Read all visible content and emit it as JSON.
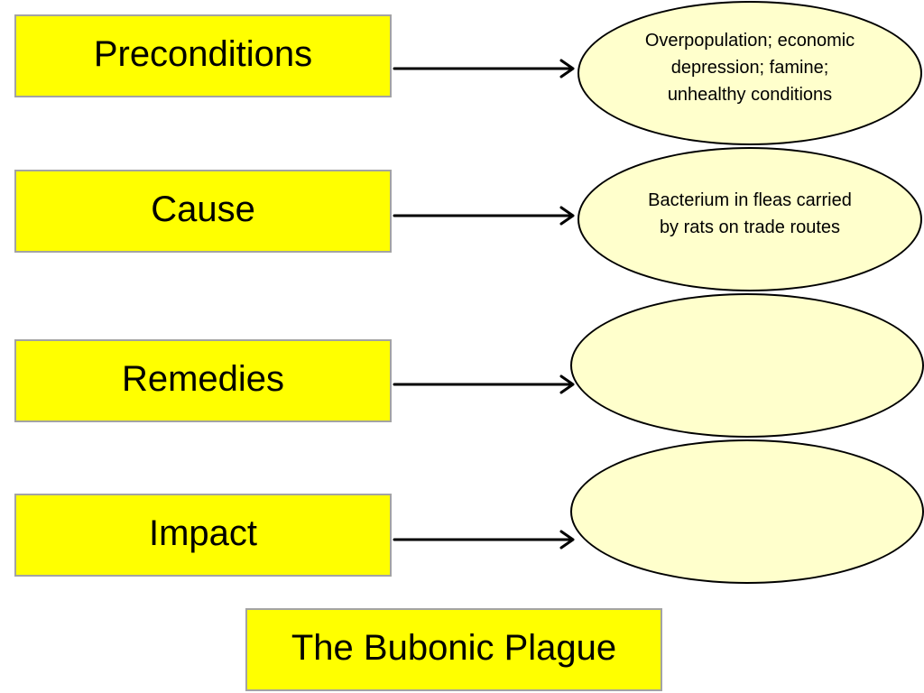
{
  "categories": [
    {
      "label": "Preconditions",
      "detail": "Overpopulation; economic depression; famine; unhealthy conditions"
    },
    {
      "label": "Cause",
      "detail": "Bacterium in fleas carried by rats on trade routes"
    },
    {
      "label": "Remedies",
      "detail": ""
    },
    {
      "label": "Impact",
      "detail": ""
    }
  ],
  "title": "The Bubonic Plague",
  "colors": {
    "box_fill": "#ffff00",
    "box_border": "#a3a3a3",
    "bubble_fill": "#ffffcc",
    "arrow": "#000000"
  }
}
